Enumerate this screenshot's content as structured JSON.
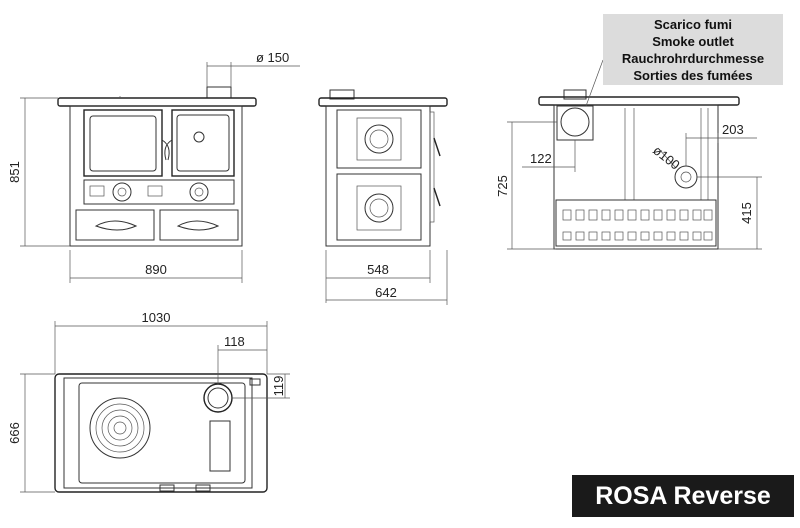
{
  "legend": {
    "line1": "Scarico fumi",
    "line2": "Smoke outlet",
    "line3": "Rauchrohrdurchmesse",
    "line4": "Sorties des fumées"
  },
  "model": {
    "name": "ROSA  Reverse"
  },
  "dimensions": {
    "flue_diameter": "ø  150",
    "front_height": "851",
    "front_width": "890",
    "side_inner": "548",
    "side_outer": "642",
    "rear_height": "725",
    "rear_offset_left": "122",
    "rear_offset_right": "203",
    "rear_flue_diameter": "ø100",
    "rear_flue_height": "415",
    "top_width": "1030",
    "top_depth": "666",
    "top_flue_x": "118",
    "top_flue_y": "119"
  }
}
